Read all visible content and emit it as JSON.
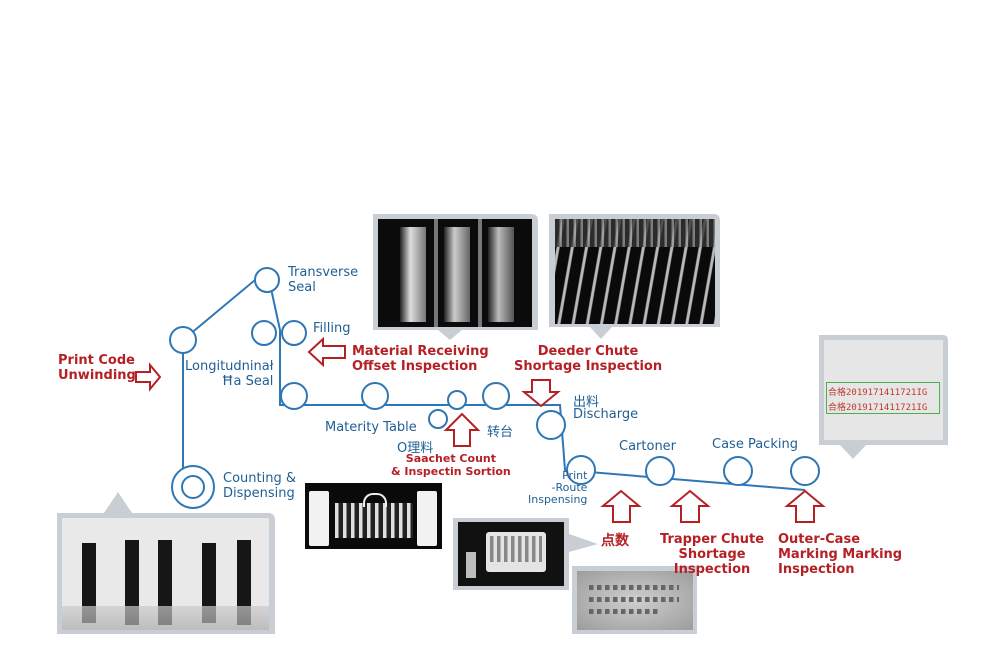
{
  "labels": {
    "print_code": "Print Code\nUnwinding",
    "transverse": "Transverse\nSeal",
    "filling": "Filling",
    "longitudinal": "Longitudninał\nĦa Seal",
    "counting": "Counting &\nDispensing",
    "material_table": "Materity Table",
    "o_material": "O理料",
    "zhuantai": "转台",
    "chuliao": "出料",
    "discharge": "Discharge",
    "cartoner": "Cartoner",
    "case_packing": "Case Packing",
    "print_route": "Print\n-Route\nInspensing",
    "material_receiving": "Material Receiving\nOffset Inspection",
    "deeder_chute": "Deeder Chute\nShortage Inspection",
    "sachet_count": "Saachet Count\n& Inspectin Sortion",
    "dianshu": "点数",
    "trapper_chute": "Trapper Chute\nShortage\nInspection",
    "outer_case": "Outer-Case\nMarking Marking\nInspection"
  },
  "screen_label": {
    "line1": "合格2019171411721IG",
    "line2": "合格2019171411721IG"
  },
  "colors": {
    "flow_line": "#2f77b4",
    "inspection_red": "#b52025",
    "label_blue": "#1f5f95",
    "callout_gray": "#c9ced4"
  }
}
